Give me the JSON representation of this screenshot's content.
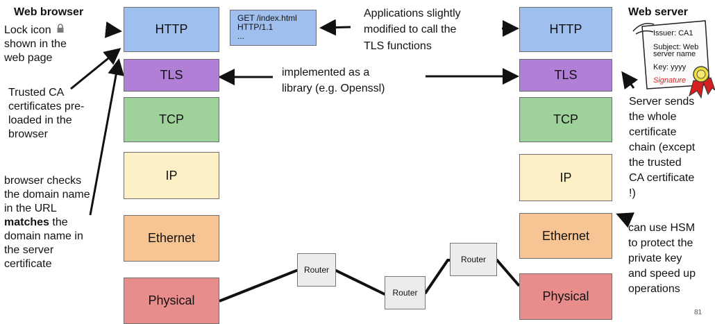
{
  "left": {
    "title": "Web browser",
    "lock_lines": [
      "Lock icon",
      "shown in the",
      "web page"
    ],
    "lock_icon": "lock-icon",
    "ca_lines": [
      "Trusted CA",
      "certificates pre-",
      "loaded in the",
      "browser"
    ],
    "check_line1": "browser checks",
    "check_line2": "the domain name",
    "check_line3": "in the URL",
    "check_bold": "matches",
    "check_after_bold": " the",
    "check_line5": "domain name in",
    "check_line6": "the server",
    "check_line7": "certificate"
  },
  "stack": [
    "HTTP",
    "TLS",
    "TCP",
    "IP",
    "Ethernet",
    "Physical"
  ],
  "get_request": [
    "GET /index.html",
    "HTTP/1.1",
    "..."
  ],
  "apps_note": [
    "Applications slightly",
    "modified to call the",
    "TLS functions"
  ],
  "lib_note": [
    "implemented as a",
    "library (e.g. Openssl)"
  ],
  "routers": [
    "Router",
    "Router",
    "Router"
  ],
  "right": {
    "title": "Web server",
    "cert": {
      "issuer": "Issuer: CA1",
      "subject_line1": "Subject: Web",
      "subject_line2": "server name",
      "key": "Key: yyyy",
      "signature": "Signature"
    },
    "chain_lines": [
      "Server sends",
      "the whole",
      "certificate",
      "chain (except",
      "the trusted",
      "CA certificate",
      "!)"
    ],
    "hsm_lines": [
      "can use HSM",
      "to protect the",
      "private key",
      "and speed up",
      "operations"
    ]
  },
  "page_number": "81",
  "colors": {
    "http": "#9fc0ef",
    "tls": "#b27fd6",
    "tcp": "#9fd29a",
    "ip": "#fdf0c7",
    "ethernet": "#f7c493",
    "physical": "#e88c8c",
    "signature_text": "#e02020"
  }
}
